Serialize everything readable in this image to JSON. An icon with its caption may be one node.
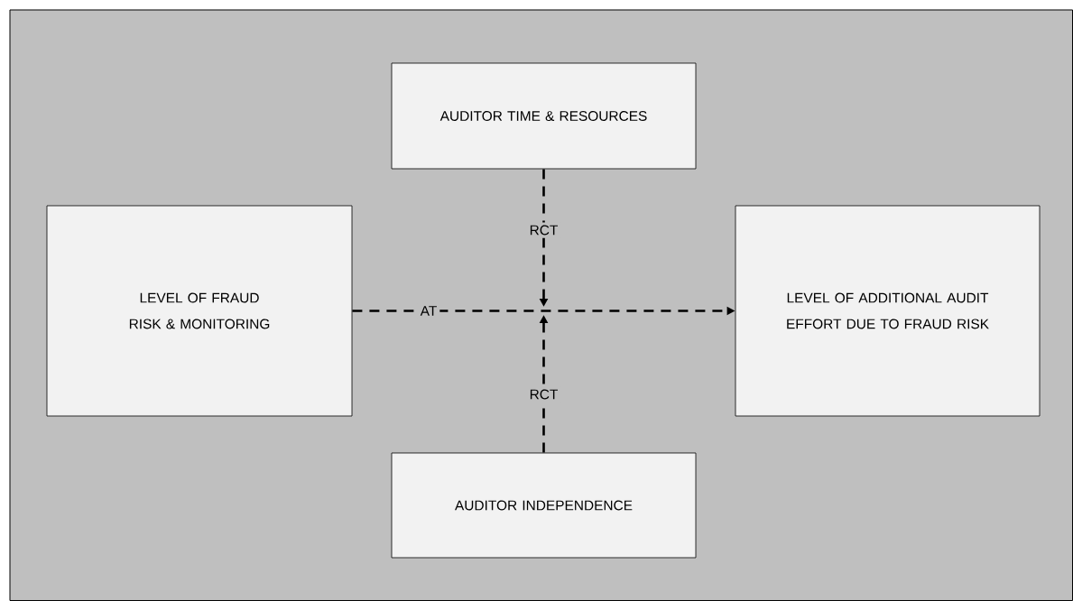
{
  "diagram": {
    "nodes": [
      {
        "text": [
          "AUDITOR TIME & RESOURCES"
        ]
      },
      {
        "text": [
          "LEVEL OF FRAUD RISK & MONITORING"
        ]
      },
      {
        "text": [
          "LEVEL OF ADDITIONAL AUDIT EFFORT DUE TO FRAUD RISK"
        ]
      },
      {
        "text": [
          "AUDITOR INDEPENDENCE"
        ]
      }
    ],
    "edges": [
      {
        "from": 1,
        "to": 2,
        "arrow": "to",
        "label": "AT",
        "style": "dashed"
      },
      {
        "from": 0,
        "to": null,
        "arrow": "to",
        "label": "RCT",
        "style": "dashed"
      },
      {
        "from": 3,
        "to": null,
        "arrow": "to",
        "label": "RCT",
        "style": "dashed"
      }
    ]
  }
}
